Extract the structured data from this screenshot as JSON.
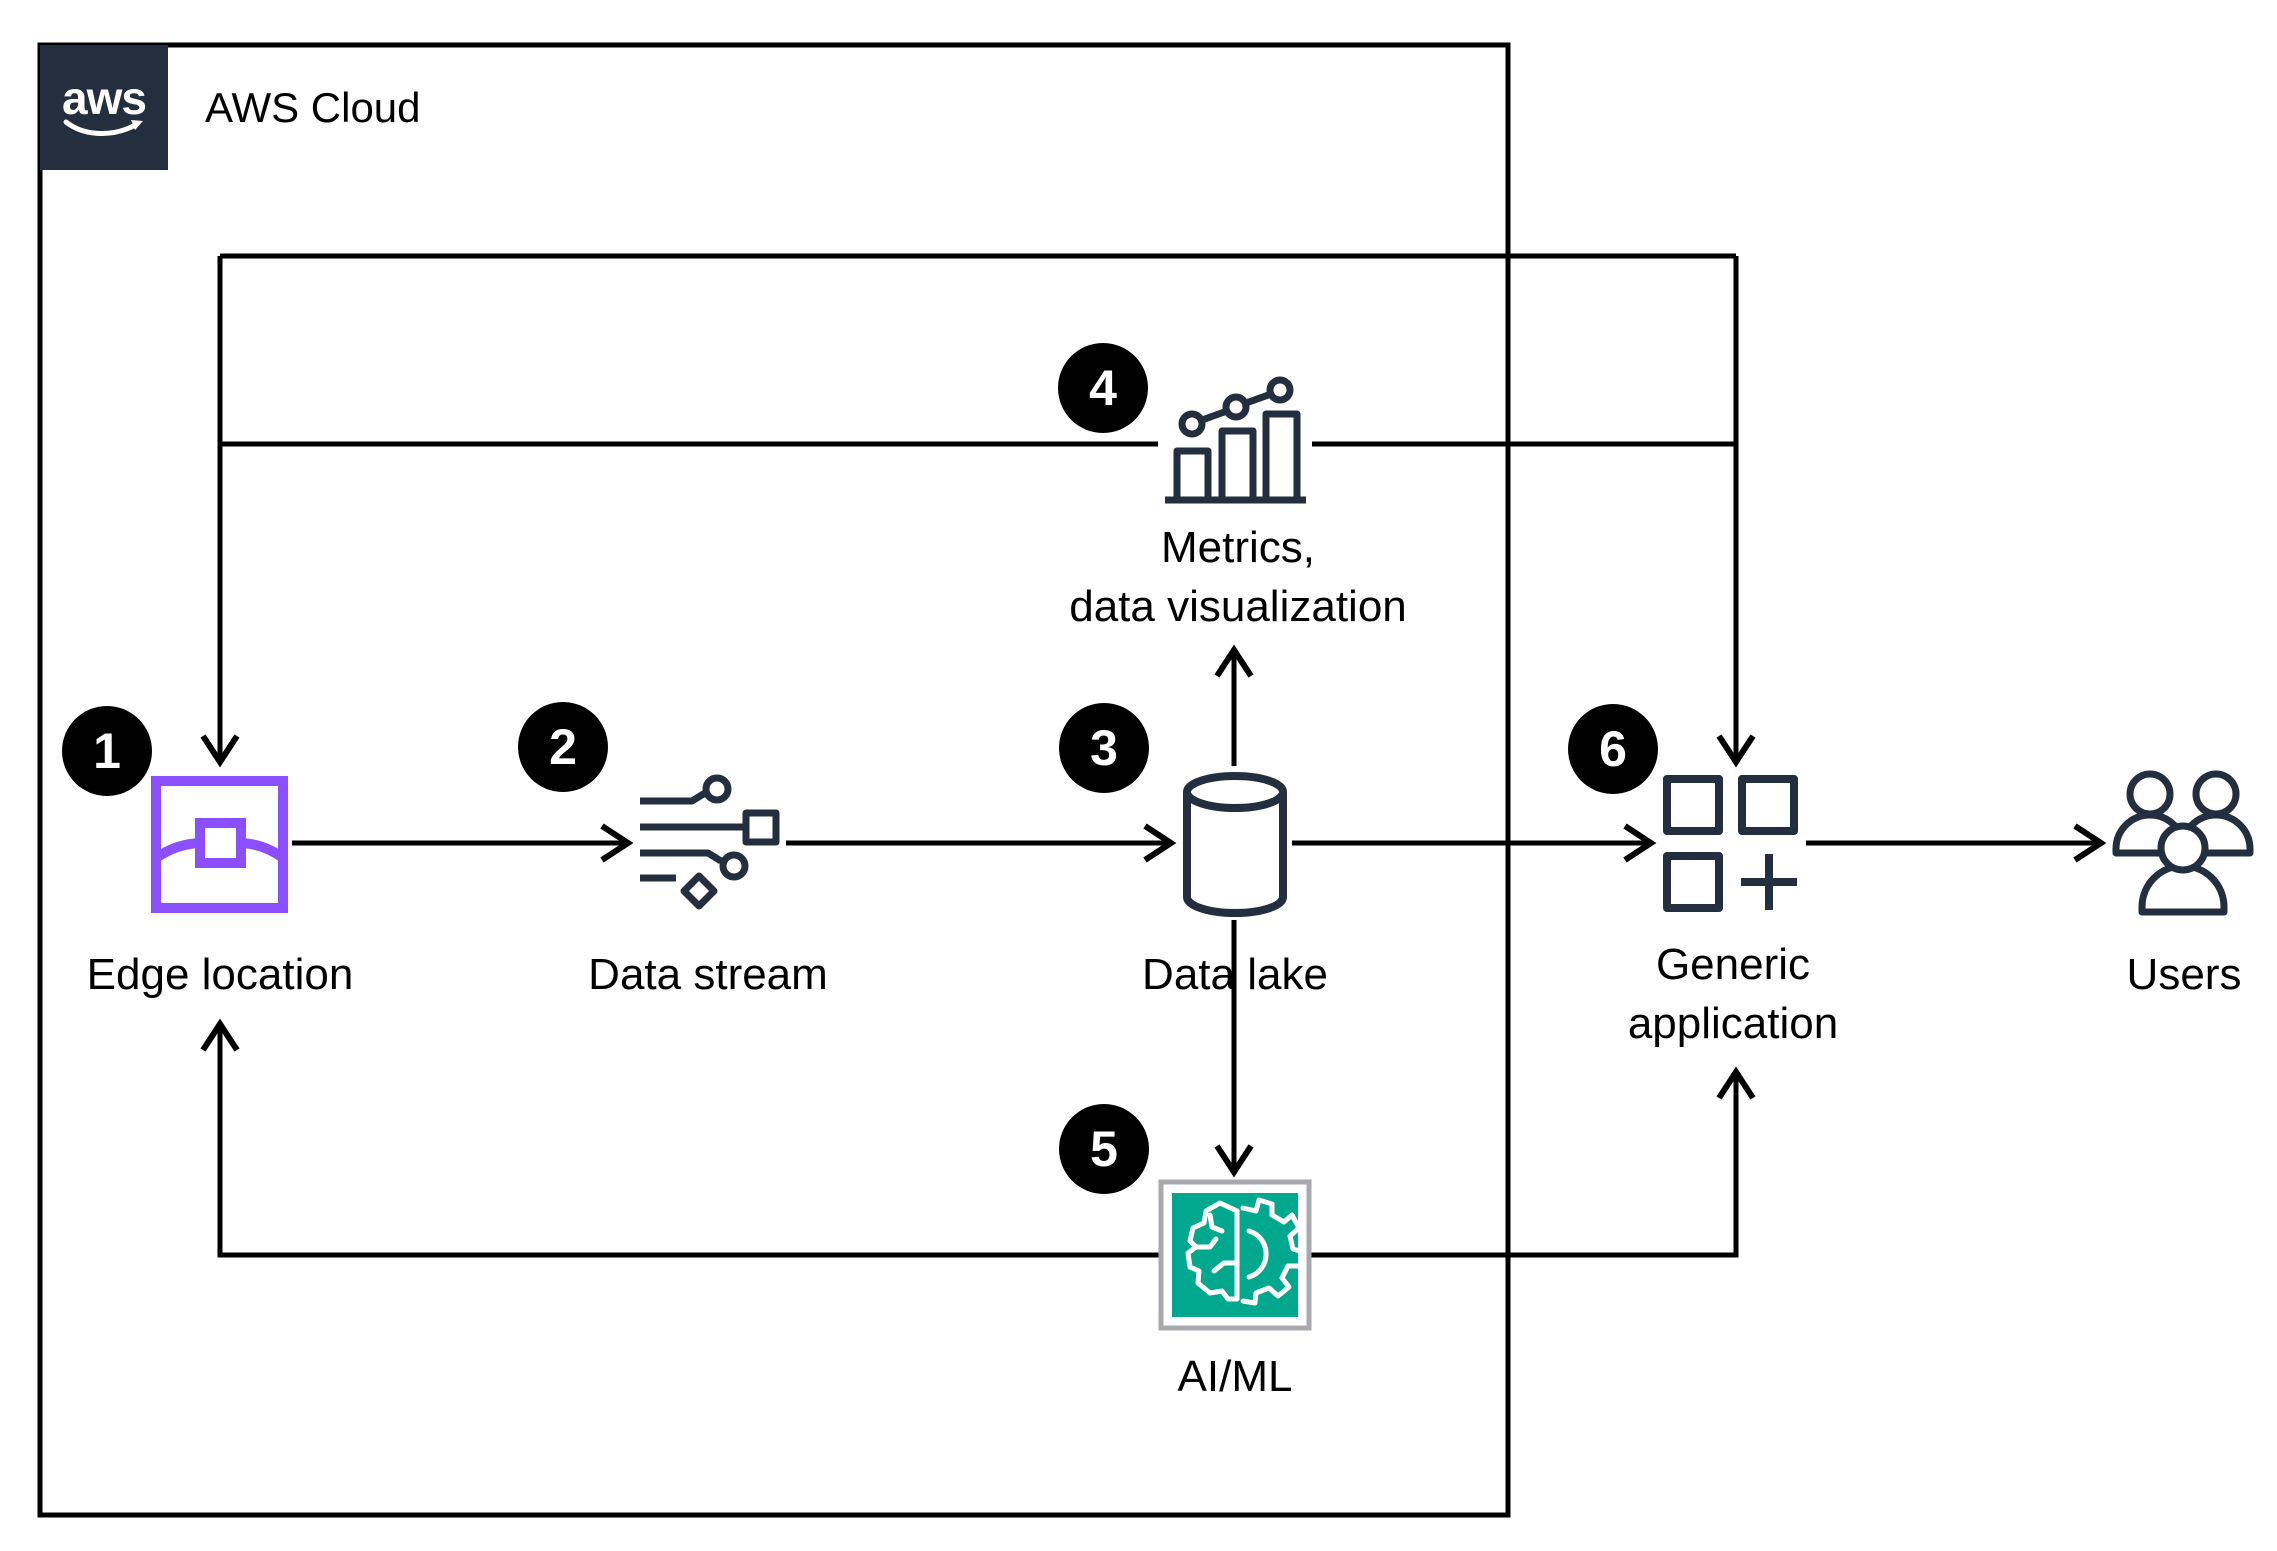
{
  "header": {
    "logo": "aws",
    "title": "AWS Cloud"
  },
  "nodes": {
    "edge_location": {
      "badge": "1",
      "label": "Edge location"
    },
    "data_stream": {
      "badge": "2",
      "label": "Data stream"
    },
    "data_lake": {
      "badge": "3",
      "label": "Data lake"
    },
    "metrics": {
      "badge": "4",
      "label_line1": "Metrics,",
      "label_line2": "data visualization"
    },
    "ai_ml": {
      "badge": "5",
      "label": "AI/ML"
    },
    "generic_application": {
      "badge": "6",
      "label_line1": "Generic",
      "label_line2": "application"
    },
    "users": {
      "label": "Users"
    }
  },
  "connections": [
    {
      "from": "edge_location",
      "to": "data_stream"
    },
    {
      "from": "data_stream",
      "to": "data_lake"
    },
    {
      "from": "data_lake",
      "to": "metrics"
    },
    {
      "from": "data_lake",
      "to": "ai_ml"
    },
    {
      "from": "data_lake",
      "to": "generic_application"
    },
    {
      "from": "generic_application",
      "to": "users"
    },
    {
      "from": "metrics",
      "to": "edge_location"
    },
    {
      "from": "metrics",
      "to": "generic_application"
    },
    {
      "from": "ai_ml",
      "to": "edge_location"
    },
    {
      "from": "ai_ml",
      "to": "generic_application"
    }
  ],
  "colors": {
    "ink": "#232F3E",
    "line": "#000000",
    "edge-purple": "#8C4FFF",
    "aiml-teal": "#01A88D",
    "aiml-border": "#A7A9AC",
    "badge-bg": "#000000",
    "badge-text": "#FFFFFF",
    "label-color": "#000000"
  }
}
